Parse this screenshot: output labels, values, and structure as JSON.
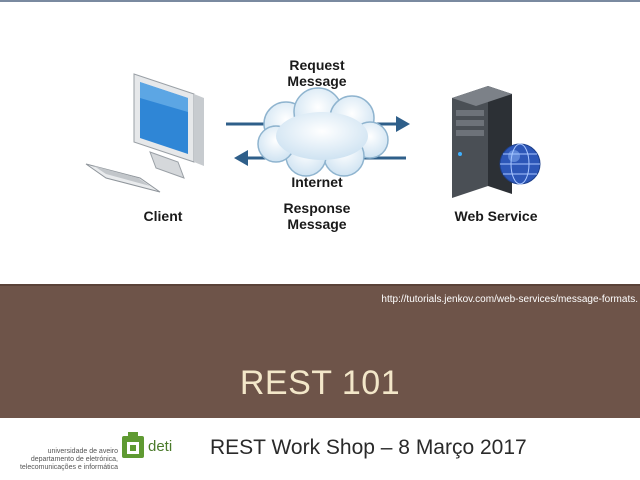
{
  "diagram": {
    "request_label_line1": "Request",
    "request_label_line2": "Message",
    "client_label": "Client",
    "internet_label": "Internet",
    "response_label_line1": "Response",
    "response_label_line2": "Message",
    "web_service_label": "Web Service",
    "source_url": "http://tutorials.jenkov.com/web-services/message-formats."
  },
  "slide": {
    "title": "REST 101",
    "subtitle": "REST Work Shop – 8 Março 2017"
  },
  "footer": {
    "university_line1": "universidade de aveiro",
    "university_line2": "departamento de eletrónica,",
    "university_line3": "telecomunicações e informática",
    "deti_logo_text": "deti"
  },
  "colors": {
    "band": "#6e5449",
    "title": "#f3e7c9",
    "arrow": "#2f5f8a",
    "deti_green": "#4a7a2a"
  }
}
